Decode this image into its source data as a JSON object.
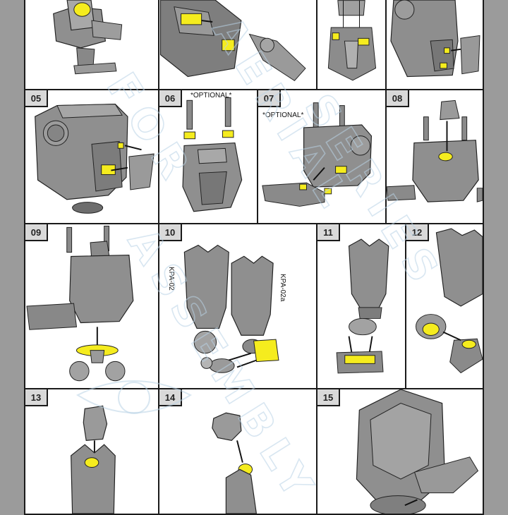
{
  "steps": [
    {
      "num": ""
    },
    {
      "num": ""
    },
    {
      "num": ""
    },
    {
      "num": ""
    },
    {
      "num": "05"
    },
    {
      "num": "06",
      "note": "*OPTIONAL*"
    },
    {
      "num": "07",
      "note": "*OPTIONAL*"
    },
    {
      "num": "08"
    },
    {
      "num": "09"
    },
    {
      "num": "10",
      "label_left": "KPA-02",
      "label_right": "KPA-02a"
    },
    {
      "num": "11"
    },
    {
      "num": "12"
    },
    {
      "num": "13"
    },
    {
      "num": "14"
    },
    {
      "num": "15"
    }
  ],
  "watermark": [
    "AERIAL",
    "FOR",
    "SERIES",
    "ASSEMBLY"
  ],
  "colors": {
    "part_fill": "#9a9a9a",
    "highlight": "#f5ec1e",
    "outline": "#1a1a1a",
    "watermark": "#b9d3e6"
  }
}
